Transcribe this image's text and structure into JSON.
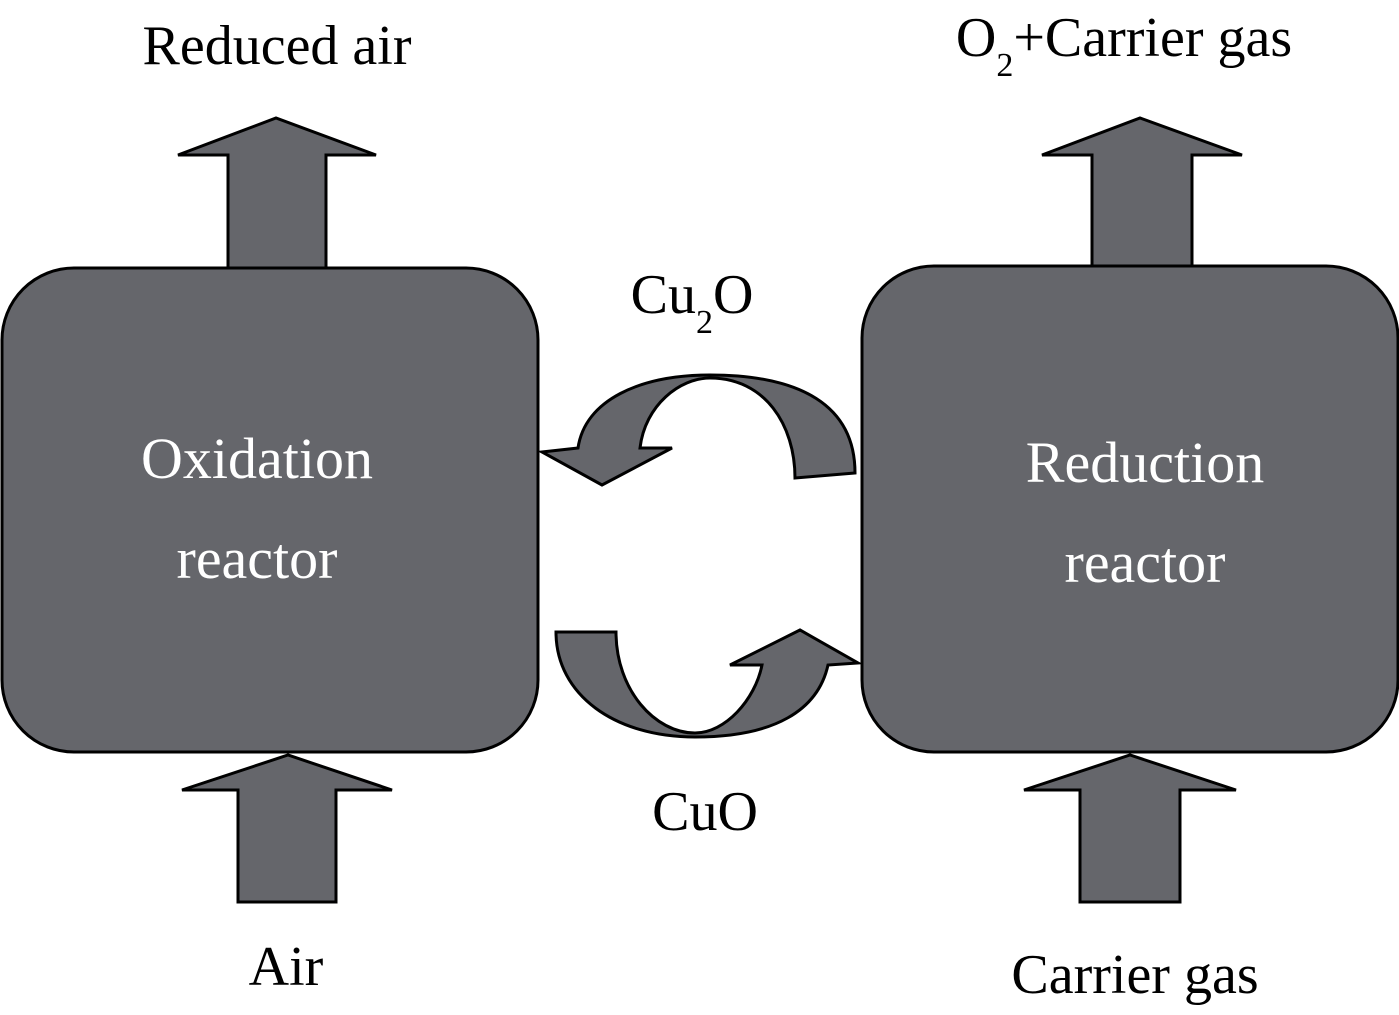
{
  "colors": {
    "fill": "#65666b",
    "stroke": "#000000",
    "inner_text": "#ffffff",
    "outer_text": "#000000",
    "background": "#ffffff"
  },
  "labels": {
    "top_left": "Reduced air",
    "top_right": {
      "prefix": "O",
      "subscript": "2",
      "suffix": "+Carrier gas"
    },
    "bottom_left": "Air",
    "bottom_right": "Carrier gas",
    "upper_cycle": {
      "prefix": "Cu",
      "subscript": "2",
      "suffix": "O"
    },
    "lower_cycle": "CuO"
  },
  "reactors": {
    "left": {
      "line1": "Oxidation",
      "line2": "reactor"
    },
    "right": {
      "line1": "Reduction",
      "line2": "reactor"
    }
  }
}
